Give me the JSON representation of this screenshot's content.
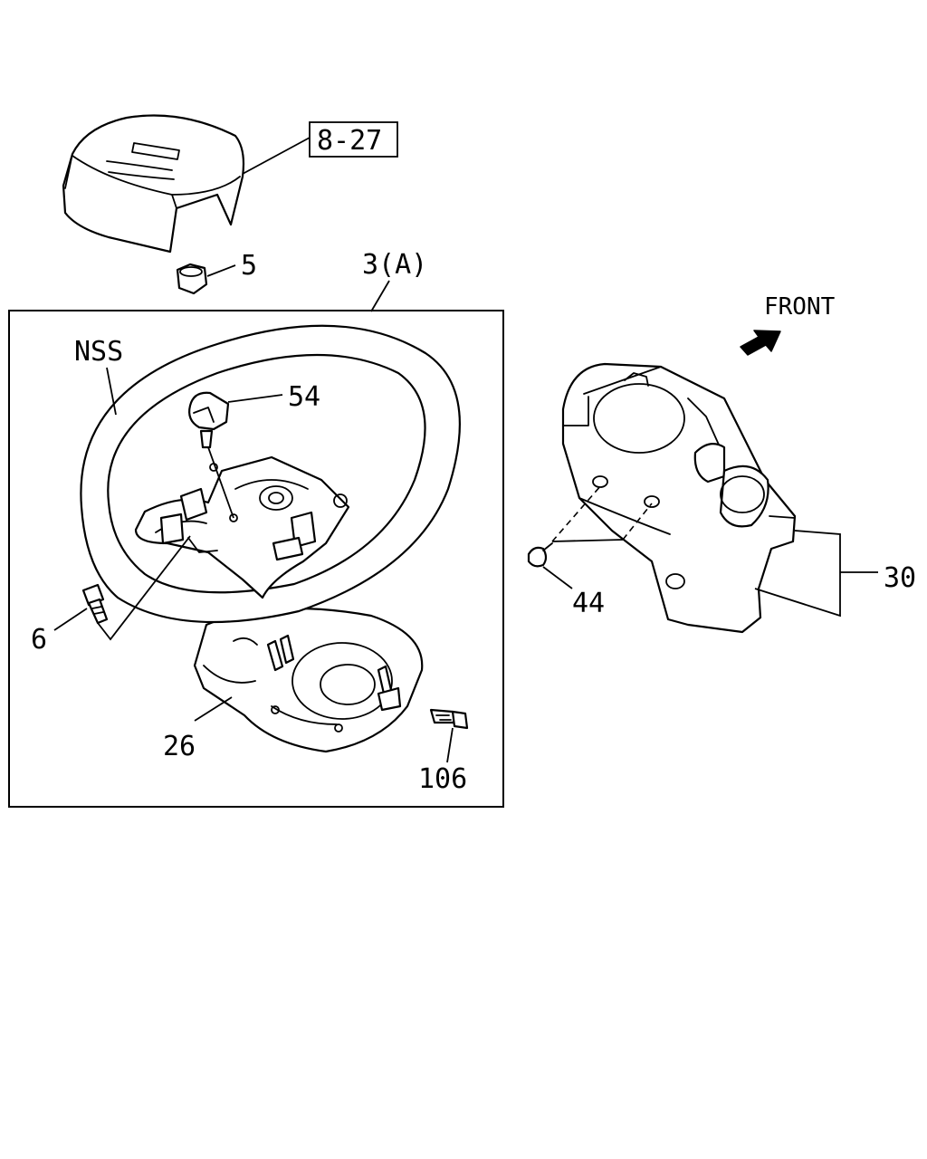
{
  "labels": {
    "cover_ref": "8-27",
    "nut": "5",
    "steering_wheel_assy": "3(A)",
    "nss": "NSS",
    "connector": "54",
    "screw": "6",
    "lower_cover": "26",
    "bolt": "106",
    "front": "FRONT",
    "clip_screw": "44",
    "column_cover": "30"
  },
  "icons": {
    "front_arrow": "arrow-up-right-icon"
  },
  "colors": {
    "line": "#000000",
    "background": "#ffffff"
  }
}
